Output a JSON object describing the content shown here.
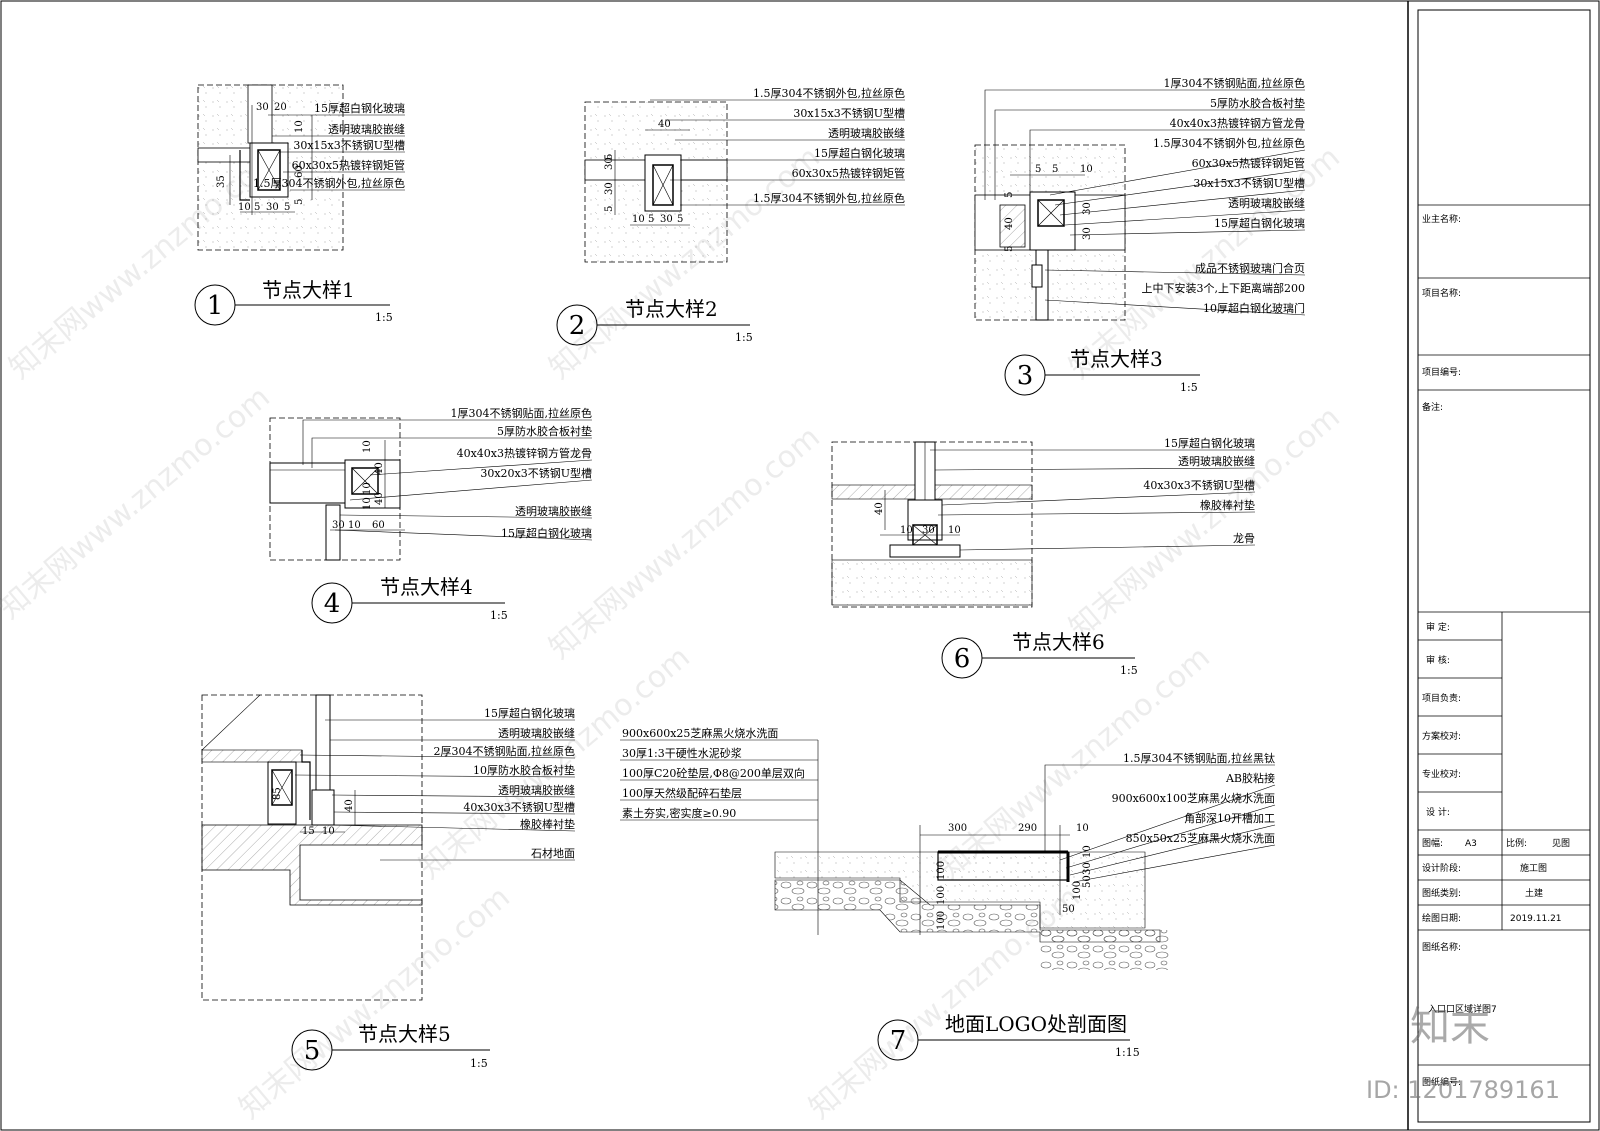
{
  "details": [
    {
      "num": "1",
      "title": "节点大样1",
      "scale": "1:5",
      "labels": [
        "15厚超白钢化玻璃",
        "透明玻璃胶嵌缝",
        "30x15x3不锈钢U型槽",
        "60x30x5热镀锌钢矩管",
        "1.5厚304不锈钢外包,拉丝原色"
      ],
      "dims": [
        "30",
        "20",
        "10",
        "60",
        "35",
        "5",
        "10",
        "5",
        "30",
        "5"
      ]
    },
    {
      "num": "2",
      "title": "节点大样2",
      "scale": "1:5",
      "labels": [
        "1.5厚304不锈钢外包,拉丝原色",
        "30x15x3不锈钢U型槽",
        "透明玻璃胶嵌缝",
        "15厚超白钢化玻璃",
        "60x30x5热镀锌钢矩管",
        "1.5厚304不锈钢外包,拉丝原色"
      ],
      "dims": [
        "40",
        "30",
        "5",
        "30",
        "5",
        "10",
        "5",
        "30",
        "5"
      ]
    },
    {
      "num": "3",
      "title": "节点大样3",
      "scale": "1:5",
      "labels": [
        "1厚304不锈钢贴面,拉丝原色",
        "5厚防水胶合板衬垫",
        "40x40x3热镀锌钢方管龙骨",
        "1.5厚304不锈钢外包,拉丝原色",
        "60x30x5热镀锌钢矩管",
        "30x15x3不锈钢U型槽",
        "透明玻璃胶嵌缝",
        "15厚超白钢化玻璃",
        "成品不锈钢玻璃门合页",
        "上中下安装3个,上下距离端部200",
        "10厚超白钢化玻璃门"
      ],
      "dims": [
        "5",
        "5",
        "10",
        "5",
        "40",
        "5",
        "30",
        "30"
      ]
    },
    {
      "num": "4",
      "title": "节点大样4",
      "scale": "1:5",
      "labels": [
        "1厚304不锈钢贴面,拉丝原色",
        "5厚防水胶合板衬垫",
        "40x40x3热镀锌钢方管龙骨",
        "30x20x3不锈钢U型槽",
        "透明玻璃胶嵌缝",
        "15厚超白钢化玻璃"
      ],
      "dims": [
        "10",
        "40",
        "10",
        "10",
        "40",
        "30",
        "10",
        "60"
      ]
    },
    {
      "num": "5",
      "title": "节点大样5",
      "scale": "1:5",
      "labels": [
        "15厚超白钢化玻璃",
        "透明玻璃胶嵌缝",
        "2厚304不锈钢贴面,拉丝原色",
        "10厚防水胶合板衬垫",
        "透明玻璃胶嵌缝",
        "40x30x3不锈钢U型槽",
        "橡胶棒衬垫",
        "石材地面"
      ],
      "dims": [
        "85",
        "40",
        "15",
        "10"
      ]
    },
    {
      "num": "6",
      "title": "节点大样6",
      "scale": "1:5",
      "labels": [
        "15厚超白钢化玻璃",
        "透明玻璃胶嵌缝",
        "40x30x3不锈钢U型槽",
        "橡胶棒衬垫",
        "龙骨"
      ],
      "dims": [
        "40",
        "10",
        "30",
        "10"
      ]
    },
    {
      "num": "7",
      "title": "地面LOGO处剖面图",
      "scale": "1:15",
      "labels_left": [
        "900x600x25芝麻黑火烧水洗面",
        "30厚1:3干硬性水泥砂浆",
        "100厚C20砼垫层,Φ8@200单层双向",
        "100厚天然级配碎石垫层",
        "素土夯实,密实度≥0.90"
      ],
      "labels_right": [
        "1.5厚304不锈钢贴面,拉丝黑钛",
        "AB胶粘接",
        "900x600x100芝麻黑火烧水洗面",
        "角部深10开槽加工",
        "850x50x25芝麻黑火烧水洗面"
      ],
      "dims": [
        "300",
        "290",
        "10",
        "10",
        "100",
        "30",
        "100",
        "50",
        "100",
        "100",
        "50"
      ]
    }
  ],
  "title_block": {
    "owner": "业主名称:",
    "project": "项目名称:",
    "project_no": "项目编号:",
    "remarks": "备注:",
    "approve": "审    定:",
    "review": "审    核:",
    "leader": "项目负责:",
    "scheme": "方案校对:",
    "specialty": "专业校对:",
    "design": "设    计:",
    "sheet_size_label": "图幅:",
    "sheet_size": "A3",
    "ratio_label": "比例:",
    "ratio": "见图",
    "stage_label": "设计阶段:",
    "stage": "施工图",
    "category_label": "图纸类别:",
    "category": "土建",
    "date_label": "绘图日期:",
    "date": "2019.11.21",
    "name_label": "图纸名称:",
    "name": "入口口区域详图7",
    "number_label": "图纸编号:"
  },
  "watermark": {
    "text": "知末网www.znzmo.com",
    "logo": "知末",
    "id": "ID: 1201789161"
  }
}
